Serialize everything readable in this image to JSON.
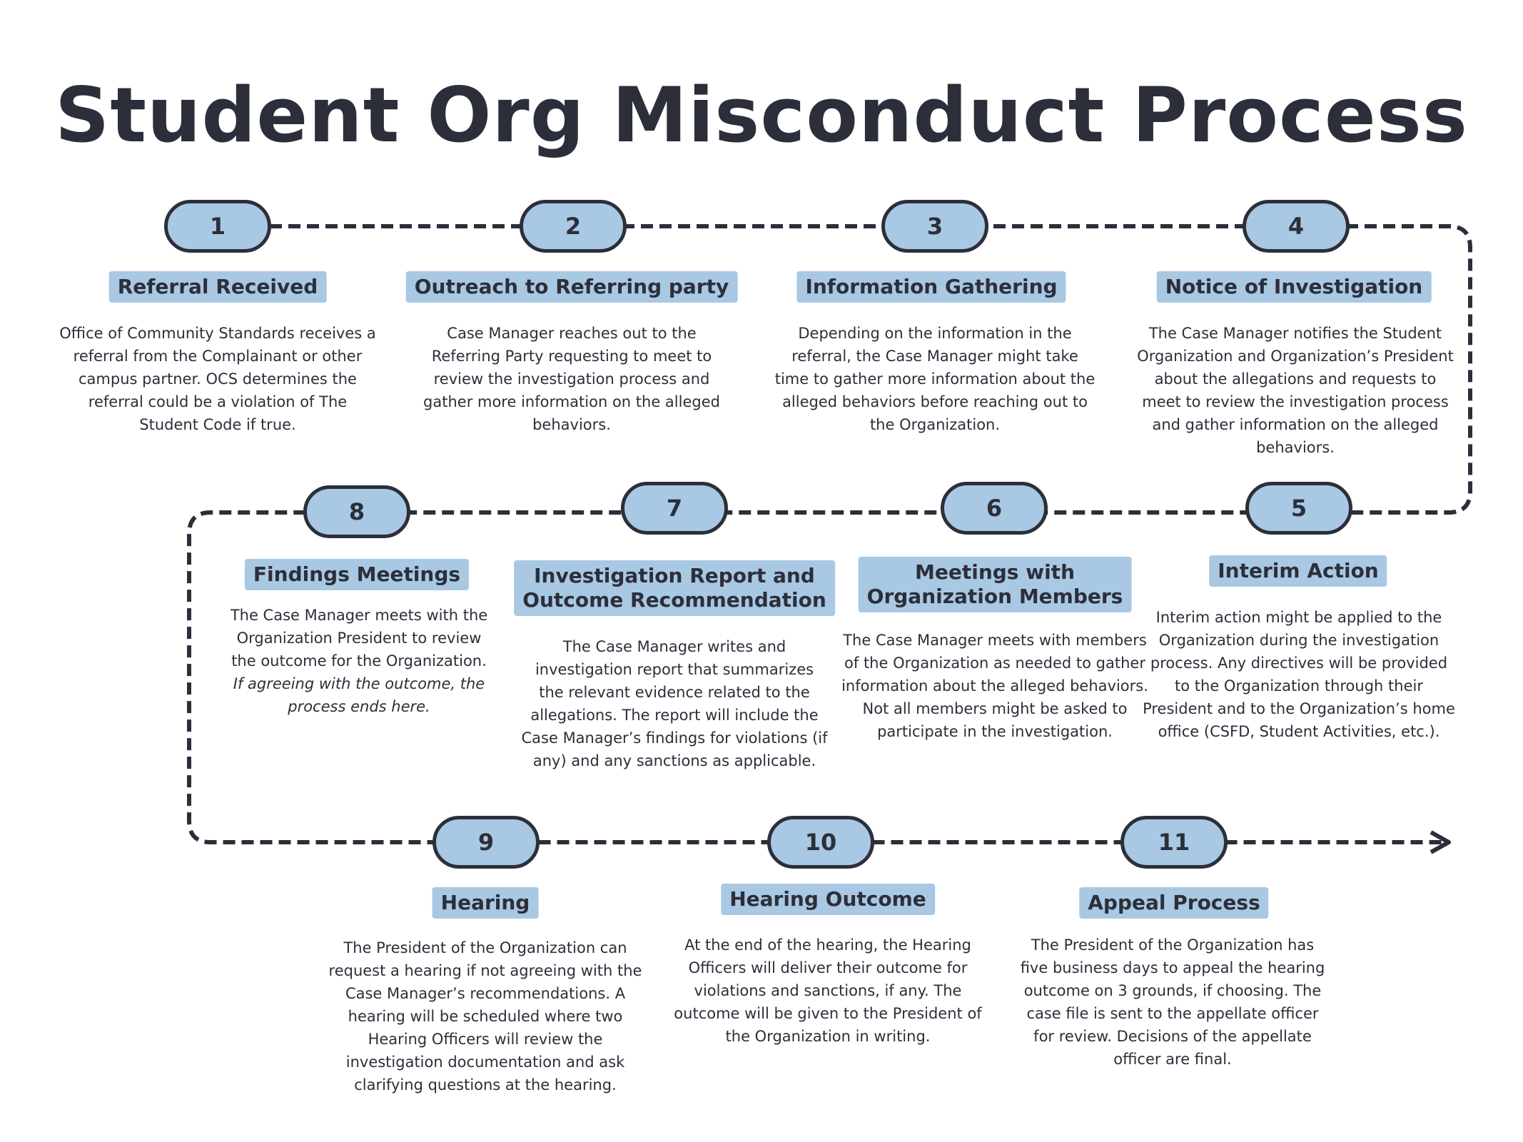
{
  "title": "Student Org Misconduct Process",
  "colors": {
    "pill_fill": "#a9c8e3",
    "outline": "#2c2f3a",
    "text": "#2c2f3a"
  },
  "steps": [
    {
      "number": "1",
      "heading": "Referral Received",
      "description": "Office of Community Standards receives a referral from the Complainant or other campus partner. OCS determines the referral could be a violation of The Student Code if true."
    },
    {
      "number": "2",
      "heading": "Outreach to Referring party",
      "description": "Case Manager reaches out to the Referring Party requesting to meet to review the investigation process and gather more information on the alleged behaviors."
    },
    {
      "number": "3",
      "heading": "Information Gathering",
      "description": "Depending on the information in the referral, the Case Manager might take time to gather more information about the alleged behaviors before reaching out to the Organization."
    },
    {
      "number": "4",
      "heading": "Notice of Investigation",
      "description": "The Case Manager notifies the Student Organization and Organization’s President about the allegations and requests to meet to review the investigation process and gather information on the alleged behaviors."
    },
    {
      "number": "5",
      "heading": "Interim Action",
      "description": "Interim action might be applied to the Organization during the investigation process. Any directives will be provided to the Organization through their President and to the Organization’s home office (CSFD, Student Activities, etc.)."
    },
    {
      "number": "6",
      "heading_line1": "Meetings with",
      "heading_line2": "Organization Members",
      "description": "The Case Manager meets with members of the Organization as needed to gather information about the alleged behaviors. Not all members might be asked to participate in the investigation."
    },
    {
      "number": "7",
      "heading_line1": "Investigation Report and",
      "heading_line2": "Outcome Recommendation",
      "description": "The Case Manager writes and investigation report that summarizes the relevant evidence related to the allegations. The report will include the Case Manager’s findings for violations (if any) and any sanctions as applicable."
    },
    {
      "number": "8",
      "heading": "Findings Meetings",
      "description": "The Case Manager meets with the Organization President to review the outcome for the Organization.",
      "description_italic": "If agreeing with the outcome, the process ends here."
    },
    {
      "number": "9",
      "heading": "Hearing",
      "description": "The President of the Organization can request a hearing if not agreeing with the Case Manager’s recommendations. A hearing will be scheduled where two Hearing Officers will review the investigation documentation and ask clarifying questions at the hearing."
    },
    {
      "number": "10",
      "heading": "Hearing Outcome",
      "description": "At the end of the hearing, the Hearing Officers will deliver their outcome for violations and sanctions, if any. The outcome will be given to the President of the Organization in writing."
    },
    {
      "number": "11",
      "heading": "Appeal Process",
      "description": "The President of the Organization has five business days to appeal the hearing outcome on 3 grounds, if choosing. The case file is sent to the appellate officer for review. Decisions of the appellate officer are final."
    }
  ]
}
